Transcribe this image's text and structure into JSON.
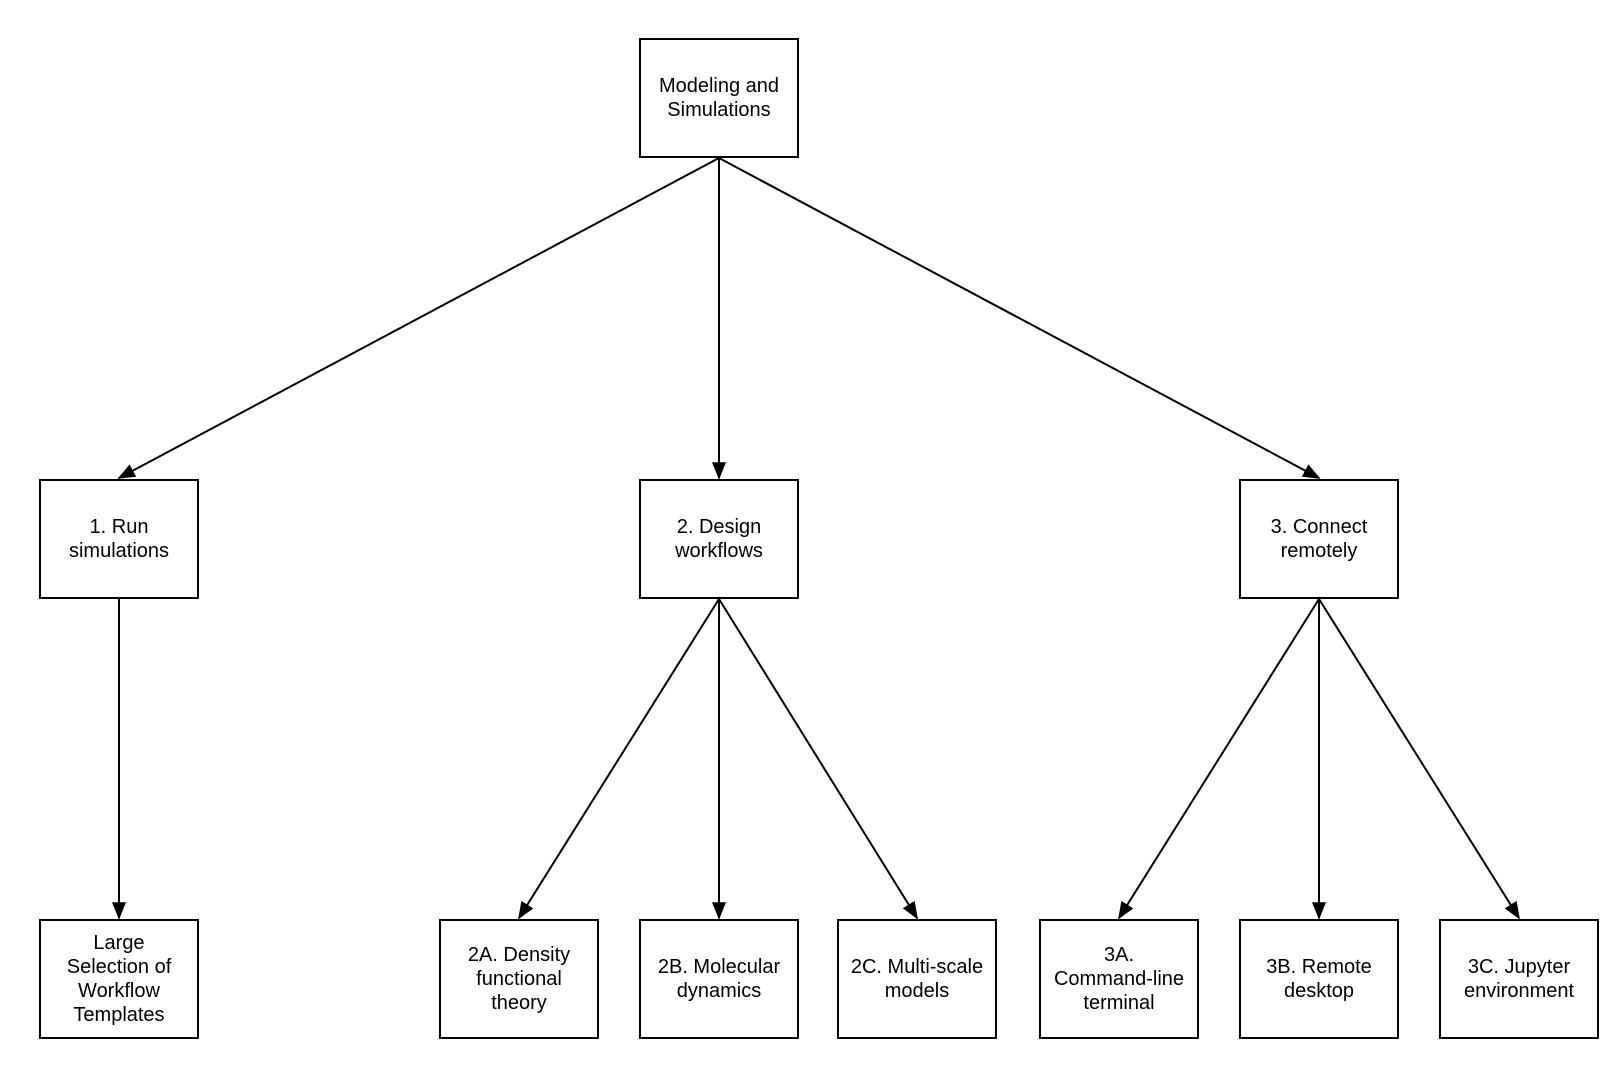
{
  "diagram": {
    "background_color": "#ffffff",
    "box_border_color": "#000000",
    "box_fill_color": "#ffffff",
    "arrow_color": "#000000",
    "text_color": "#000000",
    "nodes": [
      {
        "id": "root",
        "label": "Modeling and\nSimulations"
      },
      {
        "id": "run-simulations",
        "label": "1. Run\nsimulations"
      },
      {
        "id": "design-workflows",
        "label": "2. Design\nworkflows"
      },
      {
        "id": "connect-remotely",
        "label": "3. Connect\nremotely"
      },
      {
        "id": "workflow-templates",
        "label": "Large\nSelection of\nWorkflow\nTemplates"
      },
      {
        "id": "density-functional-theory",
        "label": "2A. Density\nfunctional\ntheory"
      },
      {
        "id": "molecular-dynamics",
        "label": "2B. Molecular\ndynamics"
      },
      {
        "id": "multi-scale-models",
        "label": "2C. Multi-scale\nmodels"
      },
      {
        "id": "command-line-terminal",
        "label": "3A.\nCommand-line\nterminal"
      },
      {
        "id": "remote-desktop",
        "label": "3B. Remote\ndesktop"
      },
      {
        "id": "jupyter-environment",
        "label": "3C. Jupyter\nenvironment"
      }
    ],
    "edges": [
      {
        "from": "root",
        "to": "run-simulations"
      },
      {
        "from": "root",
        "to": "design-workflows"
      },
      {
        "from": "root",
        "to": "connect-remotely"
      },
      {
        "from": "run-simulations",
        "to": "workflow-templates"
      },
      {
        "from": "design-workflows",
        "to": "density-functional-theory"
      },
      {
        "from": "design-workflows",
        "to": "molecular-dynamics"
      },
      {
        "from": "design-workflows",
        "to": "multi-scale-models"
      },
      {
        "from": "connect-remotely",
        "to": "command-line-terminal"
      },
      {
        "from": "connect-remotely",
        "to": "remote-desktop"
      },
      {
        "from": "connect-remotely",
        "to": "jupyter-environment"
      }
    ]
  }
}
